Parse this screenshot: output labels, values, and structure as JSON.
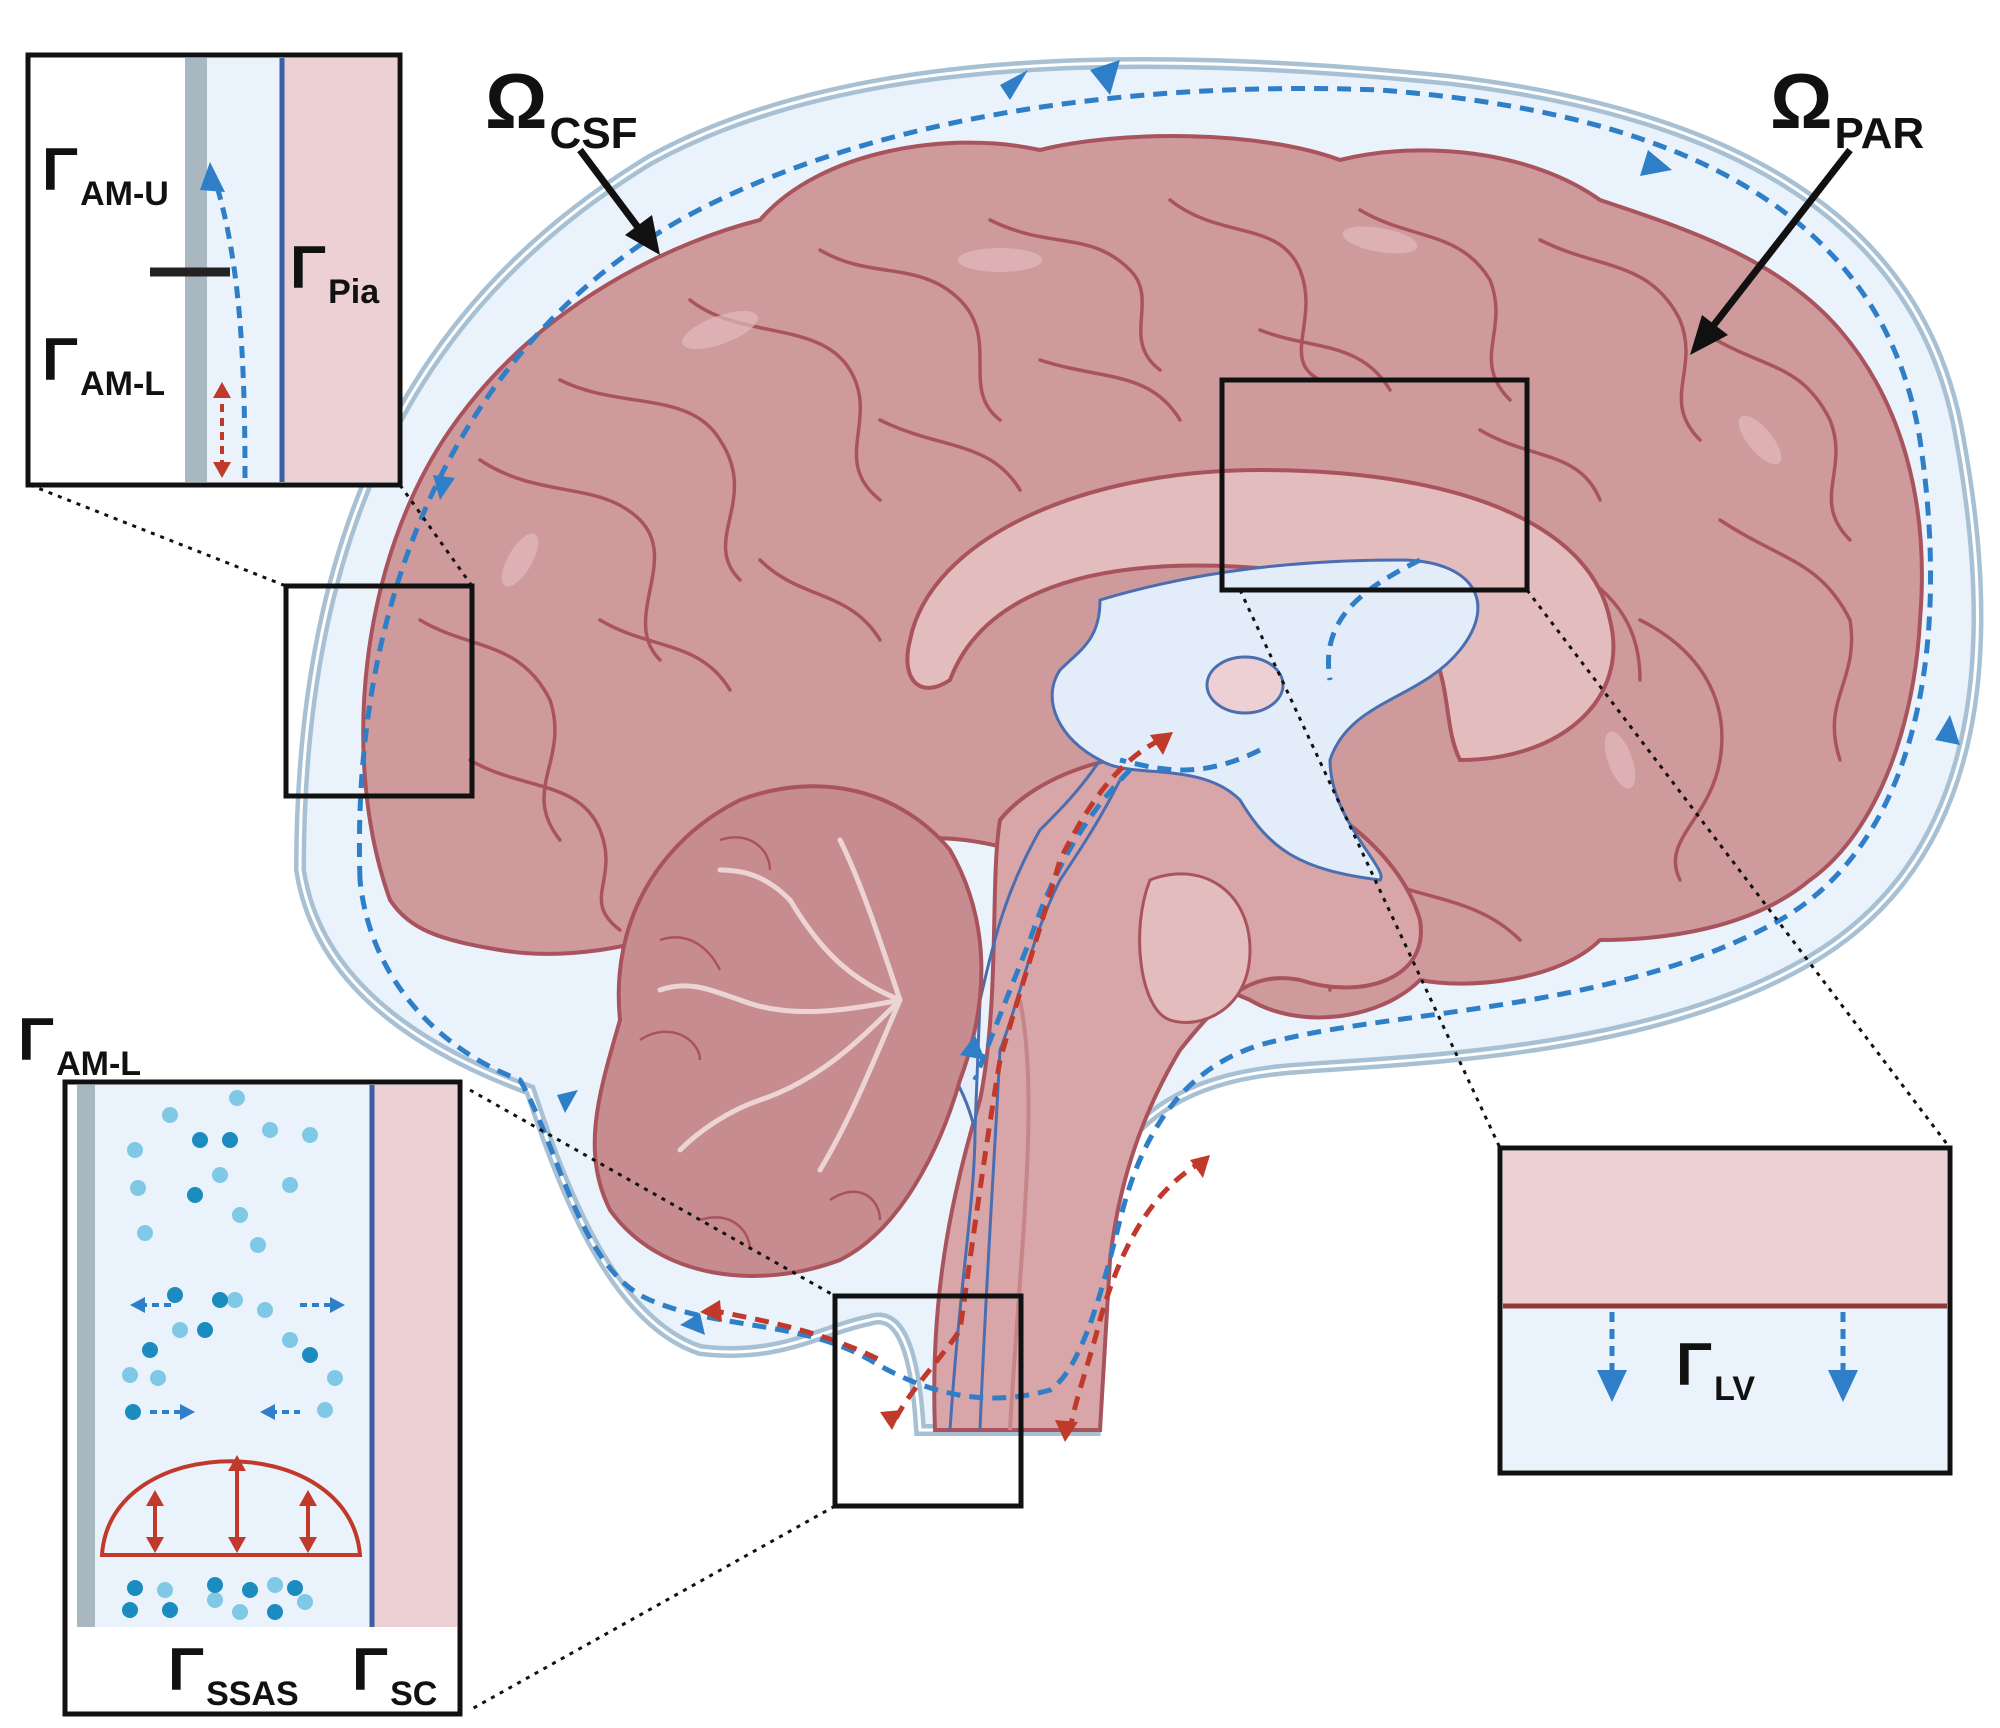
{
  "labels": {
    "omega_csf": {
      "symbol": "Ω",
      "sub": "CSF"
    },
    "omega_par": {
      "symbol": "Ω",
      "sub": "PAR"
    },
    "inset_tl_am_u": {
      "symbol": "Γ",
      "sub": "AM-U"
    },
    "inset_tl_am_l": {
      "symbol": "Γ",
      "sub": "AM-L"
    },
    "inset_tl_pia": {
      "symbol": "Γ",
      "sub": "Pia"
    },
    "inset_bl_am_l": {
      "symbol": "Γ",
      "sub": "AM-L"
    },
    "inset_bl_ssas": {
      "symbol": "Γ",
      "sub": "SSAS"
    },
    "inset_bl_sc": {
      "symbol": "Γ",
      "sub": "SC"
    },
    "inset_br_lv": {
      "symbol": "Γ",
      "sub": "LV"
    }
  },
  "colors": {
    "brain": "#cf9a9c",
    "brain_outline": "#a9545d",
    "brain_light": "#e3bcbd",
    "csf": "#eaf2fb",
    "csf_outline": "#a8c0d4",
    "ventricle": "#e3ecf9",
    "ventricle_outline": "#4a6eb0",
    "flow_blue": "#2f7fc8",
    "flow_red": "#c0392b",
    "particle_dark": "#1a8cc0",
    "particle_light": "#7fc9e6"
  }
}
